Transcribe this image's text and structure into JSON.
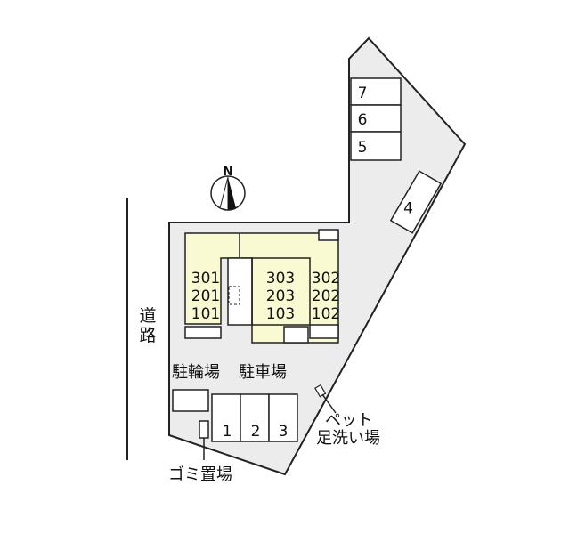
{
  "compass": {
    "label": "N"
  },
  "road": {
    "char1": "道",
    "char2": "路"
  },
  "building": {
    "units_left": [
      "301",
      "201",
      "101"
    ],
    "units_center": [
      "303",
      "203",
      "103"
    ],
    "units_right": [
      "302",
      "202",
      "102"
    ]
  },
  "parking_top": [
    "7",
    "6",
    "5"
  ],
  "parking_side": "4",
  "parking_bottom": [
    "1",
    "2",
    "3"
  ],
  "labels": {
    "bicycle": "駐輪場",
    "parking": "駐車場",
    "pet_wash_line1": "ペット",
    "pet_wash_line2": "足洗い場",
    "garbage": "ゴミ置場"
  },
  "colors": {
    "lot": "#ececec",
    "building": "#fafad2",
    "outline": "#222222"
  }
}
